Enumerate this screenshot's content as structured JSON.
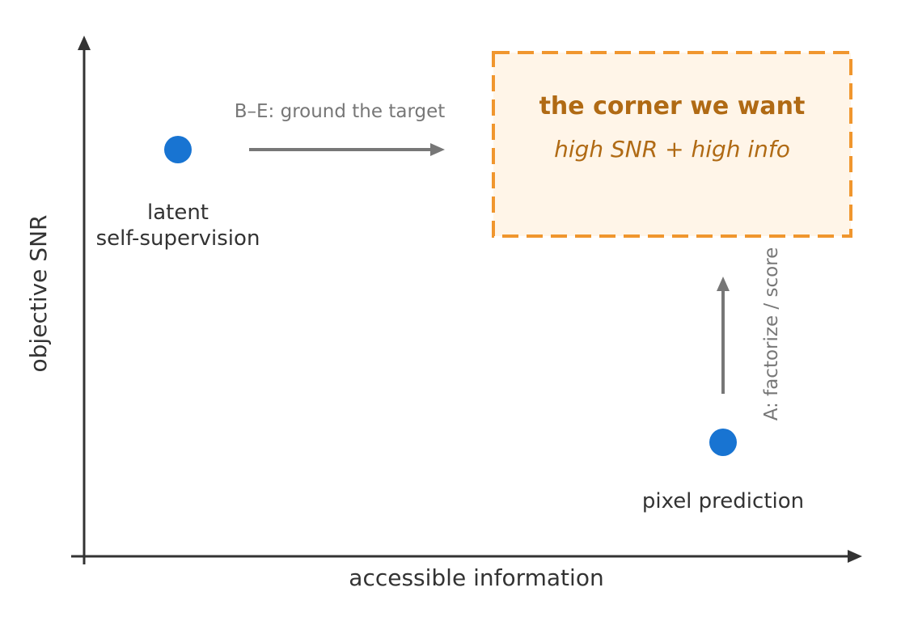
{
  "axes": {
    "x_label": "accessible information",
    "y_label": "objective SNR"
  },
  "points": [
    {
      "id": "latent",
      "label_lines": [
        "latent",
        "self-supervision"
      ]
    },
    {
      "id": "pixel",
      "label_lines": [
        "pixel prediction"
      ]
    }
  ],
  "goal": {
    "title": "the corner we want",
    "subtitle": "high SNR + high info"
  },
  "arrows": {
    "horizontal_label": "B–E: ground the target",
    "vertical_label": "A: factorize / score"
  },
  "colors": {
    "axis": "#333333",
    "point": "#1874d2",
    "arrow": "#777777",
    "goal_border": "#f0962e",
    "goal_fill": "#fff5e8",
    "goal_text": "#b06a14"
  }
}
